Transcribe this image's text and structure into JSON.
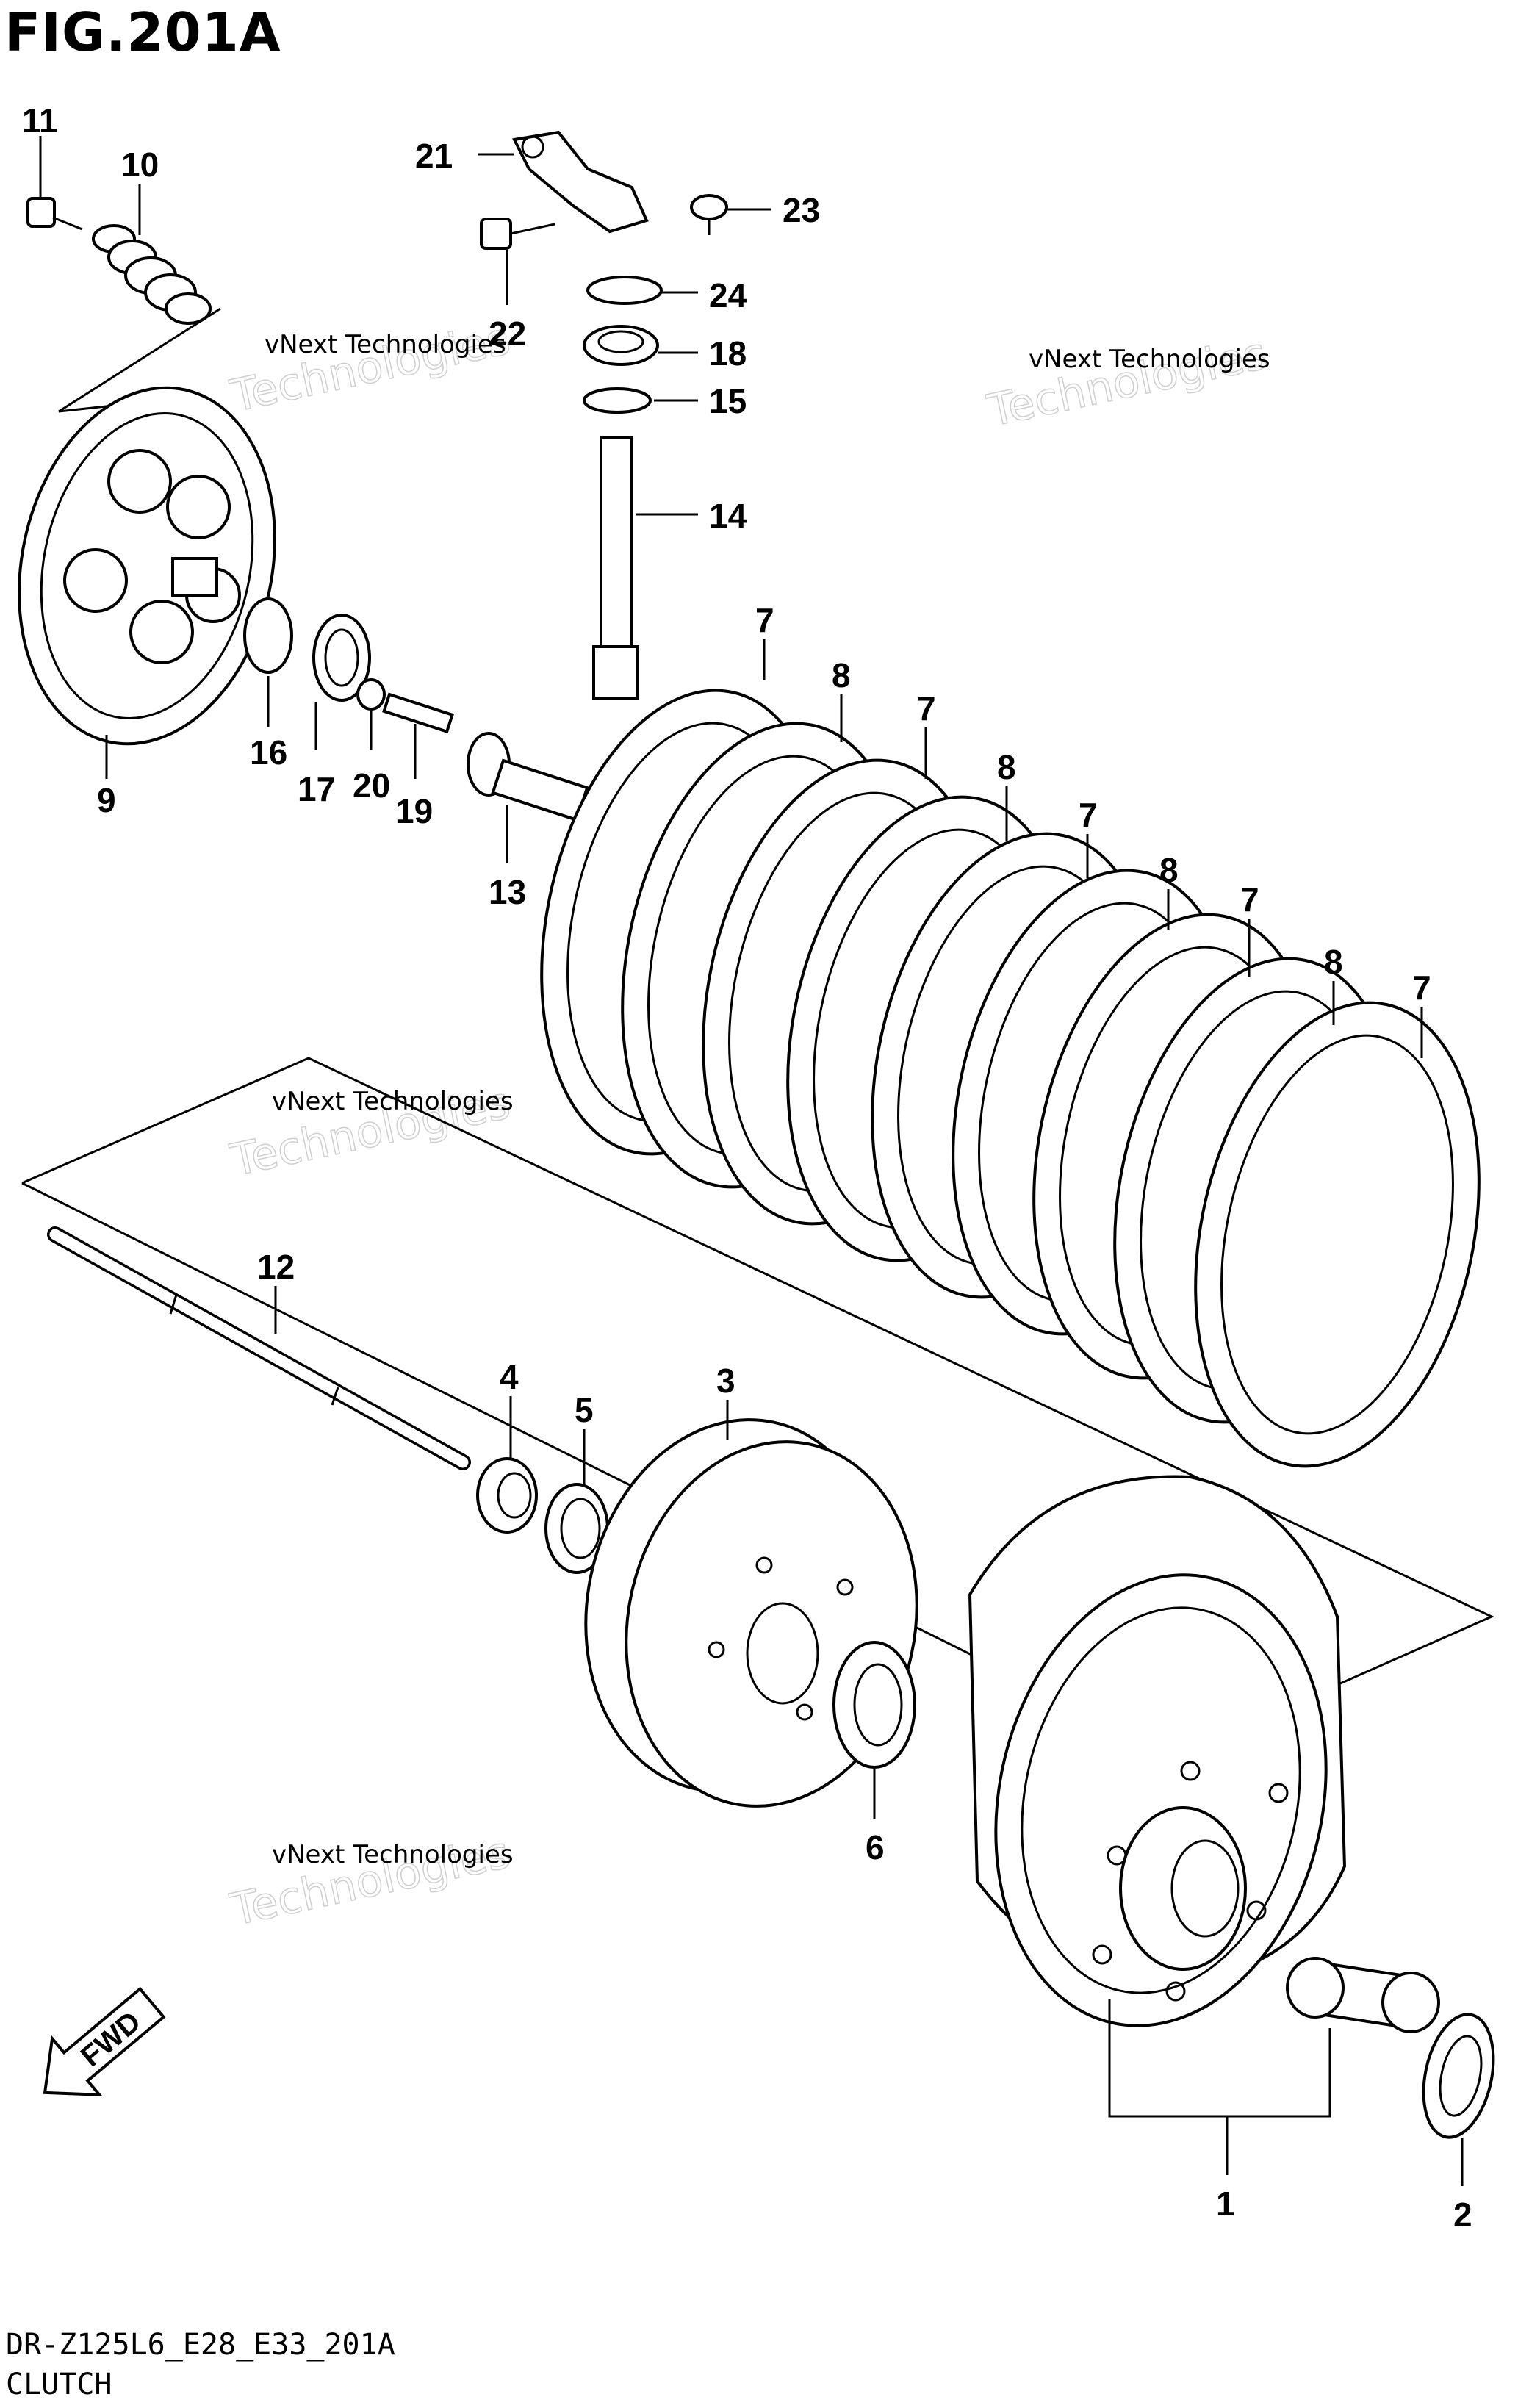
{
  "title": "FIG.201A",
  "footer": {
    "code": "DR-Z125L6_E28_E33_201A",
    "caption": "CLUTCH"
  },
  "watermark": {
    "line1": "vNext Technologies",
    "line2": "Technologies"
  },
  "callouts": {
    "c1": "1",
    "c2": "2",
    "c3": "3",
    "c4": "4",
    "c5": "5",
    "c6": "6",
    "c7a": "7",
    "c7b": "7",
    "c7c": "7",
    "c7d": "7",
    "c7e": "7",
    "c8a": "8",
    "c8b": "8",
    "c8c": "8",
    "c8d": "8",
    "c9": "9",
    "c10": "10",
    "c11": "11",
    "c12": "12",
    "c13": "13",
    "c14": "14",
    "c15": "15",
    "c16": "16",
    "c17": "17",
    "c18": "18",
    "c19": "19",
    "c20": "20",
    "c21": "21",
    "c22": "22",
    "c23": "23",
    "c24": "24"
  },
  "fwd": "FWD"
}
